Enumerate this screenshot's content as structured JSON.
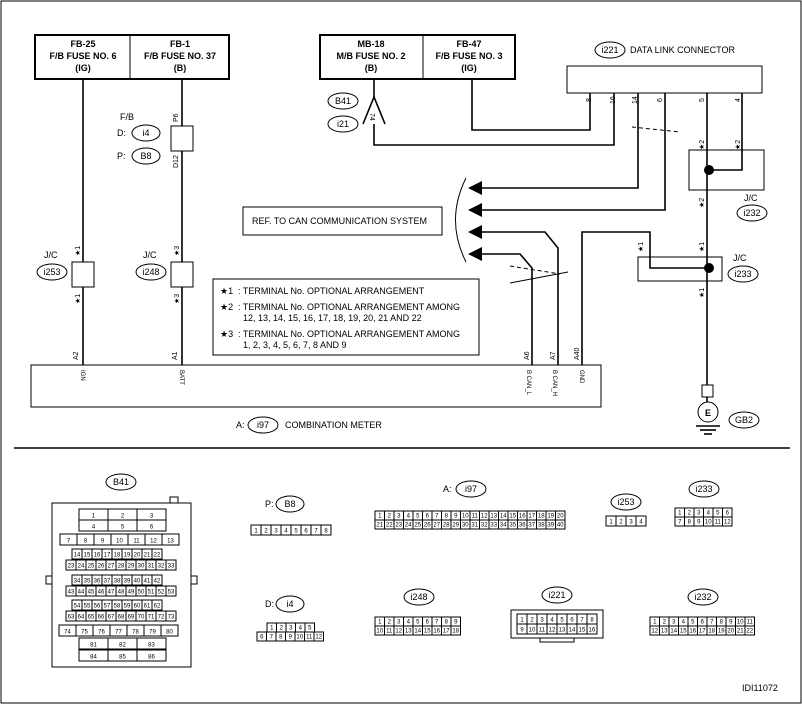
{
  "fuses": [
    {
      "id": "FB-25",
      "name": "F/B FUSE NO. 6",
      "power": "(IG)"
    },
    {
      "id": "FB-1",
      "name": "F/B FUSE NO. 37",
      "power": "(B)"
    },
    {
      "id": "MB-18",
      "name": "M/B FUSE NO. 2",
      "power": "(B)"
    },
    {
      "id": "FB-47",
      "name": "F/B FUSE NO. 3",
      "power": "(IG)"
    }
  ],
  "data_link": {
    "ref": "i221",
    "label": "DATA LINK CONNECTOR",
    "pins": [
      "8",
      "16",
      "14",
      "6",
      "5",
      "4"
    ]
  },
  "fb_block": {
    "title": "F/B",
    "d_label": "D:",
    "d_ref": "i4",
    "p_label": "P:",
    "p_ref": "B8",
    "pin_top": "P6",
    "pin_bot": "D12"
  },
  "conn_b41": {
    "ref": "B41",
    "ref2": "i21",
    "pin": "74"
  },
  "jc": [
    {
      "label": "J/C",
      "ref": "i253"
    },
    {
      "label": "J/C",
      "ref": "i248"
    },
    {
      "label": "J/C",
      "ref": "i232"
    },
    {
      "label": "J/C",
      "ref": "i233"
    }
  ],
  "stars": {
    "s1": "★1",
    "s2": "★2",
    "s3": "★3"
  },
  "can_ref": "REF. TO CAN COMMUNICATION SYSTEM",
  "notes": [
    {
      "mark": "★1",
      "text": ": TERMINAL No. OPTIONAL ARRANGEMENT"
    },
    {
      "mark": "★2",
      "text": ": TERMINAL No. OPTIONAL ARRANGEMENT AMONG",
      "text2": "12, 13, 14, 15, 16, 17, 18, 19, 20, 21 AND 22"
    },
    {
      "mark": "★3",
      "text": ": TERMINAL No. OPTIONAL ARRANGEMENT AMONG",
      "text2": "1, 2, 3, 4, 5, 6, 7, 8 AND 9"
    }
  ],
  "meter": {
    "prefix": "A:",
    "ref": "i97",
    "name": "COMBINATION METER",
    "pins": [
      {
        "num": "A2",
        "sig": "IGN"
      },
      {
        "num": "A1",
        "sig": "BATT"
      },
      {
        "num": "A7",
        "sig": "B CAN_L"
      },
      {
        "num": "A6",
        "sig": "B CAN_H"
      },
      {
        "num": "A40",
        "sig": "GND"
      }
    ]
  },
  "ground": {
    "letter": "E",
    "ref": "GB2"
  },
  "connectors": {
    "b41": {
      "ref": "B41",
      "rows": [
        [
          "1",
          "2",
          "3"
        ],
        [
          "4",
          "5",
          "6"
        ],
        [
          "7",
          "8",
          "9",
          "10",
          "11",
          "12",
          "13"
        ],
        [
          "14",
          "15",
          "16",
          "17",
          "18",
          "19",
          "20",
          "21",
          "22"
        ],
        [
          "23",
          "24",
          "25",
          "26",
          "27",
          "28",
          "29",
          "30",
          "31",
          "32",
          "33"
        ],
        [
          "34",
          "35",
          "36",
          "37",
          "38",
          "39",
          "40",
          "41",
          "42"
        ],
        [
          "43",
          "44",
          "45",
          "46",
          "47",
          "48",
          "49",
          "50",
          "51",
          "52",
          "53"
        ],
        [
          "54",
          "55",
          "56",
          "57",
          "58",
          "59",
          "60",
          "61",
          "62"
        ],
        [
          "63",
          "64",
          "65",
          "66",
          "67",
          "68",
          "69",
          "70",
          "71",
          "72",
          "73"
        ],
        [
          "74",
          "75",
          "76",
          "77",
          "78",
          "79",
          "80"
        ],
        [
          "81",
          "82",
          "83"
        ],
        [
          "84",
          "85",
          "86"
        ]
      ]
    },
    "b8": {
      "prefix": "P:",
      "ref": "B8",
      "rows": [
        [
          "1",
          "2",
          "3",
          "4",
          "5",
          "6",
          "7",
          "8"
        ]
      ]
    },
    "i97": {
      "prefix": "A:",
      "ref": "i97",
      "rows": [
        [
          "1",
          "2",
          "3",
          "4",
          "5",
          "6",
          "7",
          "8",
          "9",
          "10",
          "11",
          "12",
          "13",
          "14",
          "15",
          "16",
          "17",
          "18",
          "19",
          "20"
        ],
        [
          "21",
          "22",
          "23",
          "24",
          "25",
          "26",
          "27",
          "28",
          "29",
          "30",
          "31",
          "32",
          "33",
          "34",
          "35",
          "36",
          "37",
          "38",
          "39",
          "40"
        ]
      ]
    },
    "i253": {
      "ref": "i253",
      "rows": [
        [
          "1",
          "2",
          "3",
          "4"
        ]
      ]
    },
    "i233": {
      "ref": "i233",
      "rows": [
        [
          "1",
          "2",
          "3",
          "4",
          "5",
          "6"
        ],
        [
          "7",
          "8",
          "9",
          "10",
          "11",
          "12"
        ]
      ]
    },
    "i4": {
      "prefix": "D:",
      "ref": "i4",
      "rows": [
        [
          "1",
          "2",
          "3",
          "4",
          "5"
        ],
        [
          "6",
          "7",
          "8",
          "9",
          "10",
          "11",
          "12"
        ]
      ]
    },
    "i248": {
      "ref": "i248",
      "rows": [
        [
          "1",
          "2",
          "3",
          "4",
          "5",
          "6",
          "7",
          "8",
          "9"
        ],
        [
          "10",
          "11",
          "12",
          "13",
          "14",
          "15",
          "16",
          "17",
          "18"
        ]
      ]
    },
    "i221": {
      "ref": "i221",
      "rows": [
        [
          "1",
          "2",
          "3",
          "4",
          "5",
          "6",
          "7",
          "8"
        ],
        [
          "9",
          "10",
          "11",
          "12",
          "13",
          "14",
          "15",
          "16"
        ]
      ]
    },
    "i232": {
      "ref": "i232",
      "rows": [
        [
          "1",
          "2",
          "3",
          "4",
          "5",
          "6",
          "7",
          "8",
          "9",
          "10",
          "11"
        ],
        [
          "12",
          "13",
          "14",
          "15",
          "16",
          "17",
          "18",
          "19",
          "20",
          "21",
          "22"
        ]
      ]
    }
  },
  "figure_id": "IDI11072"
}
